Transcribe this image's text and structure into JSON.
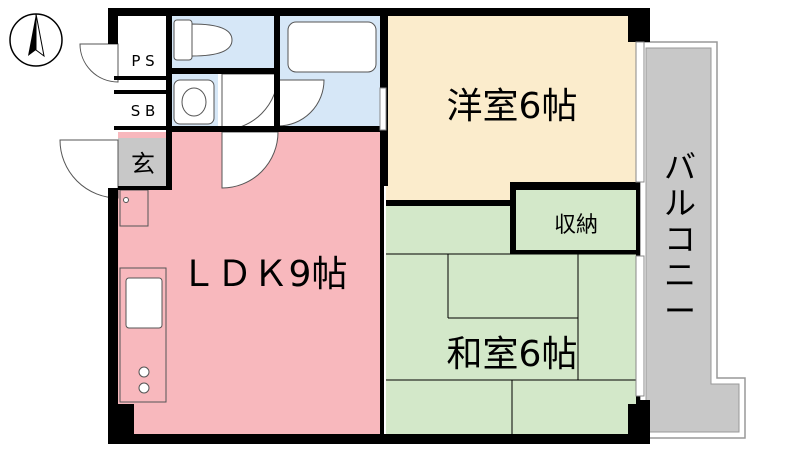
{
  "rooms": {
    "western": "洋室6帖",
    "ldk": "ＬＤＫ9帖",
    "japanese": "和室6帖",
    "closet": "収納",
    "balcony": [
      "バ",
      "ル",
      "コ",
      "ニ",
      "ー"
    ],
    "entrance": "玄",
    "ps": "P S",
    "sb": "S B"
  },
  "colors": {
    "ldk": "#f8b8bd",
    "western": "#fbeccc",
    "tatami": "#d3e8c9",
    "bath": "#d6e7f7",
    "balcony": "#c8c8c8",
    "wall": "#000000",
    "entrance": "#c8c8c8"
  },
  "icons": {
    "compass": "north-arrow-icon"
  }
}
